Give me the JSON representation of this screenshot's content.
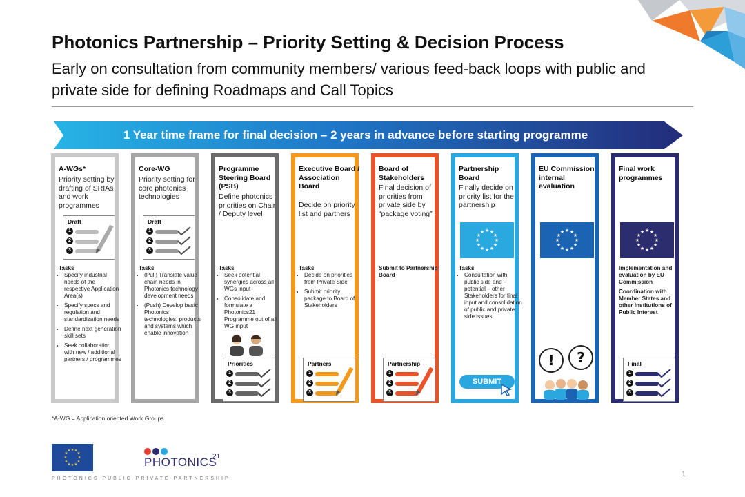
{
  "header": {
    "title": "Photonics Partnership – Priority Setting & Decision Process",
    "subtitle": "Early on consultation from community members/ various feed-back loops with public and private side  for defining Roadmaps and Call Topics"
  },
  "banner": {
    "text": "1 Year time frame for final decision – 2 years in advance before starting programme",
    "color": "#1f3f9a"
  },
  "columns": [
    {
      "title": "A-WGs*",
      "desc": "Priority setting by drafting of SRIAs and work programmes",
      "card": "Draft",
      "tasks_head": "Tasks",
      "tasks": [
        "Specify industrial needs of the respective Application Area(s)",
        "Specify specs and regulation and standardization needs",
        "Define next generation skill sets",
        "Seek collaboration with new / additional partners / programmes"
      ],
      "color": "#c9c9c9"
    },
    {
      "title": "Core-WG",
      "desc": "Priority setting for core photonics technologies",
      "card": "Draft",
      "tasks_head": "Tasks",
      "tasks": [
        "(Pull) Translate value chain needs in Photonics technology development needs",
        "(Push) Develop basic  Photonics technologies, products and systems which enable innovation"
      ],
      "color": "#a6a6a6"
    },
    {
      "title": "Programme Steering Board (PSB)",
      "desc": "Define photonics priorities on Chair / Deputy level",
      "card": "Priorities",
      "tasks_head": "Tasks",
      "tasks": [
        "Seek potential synergies across all WGs input",
        "Consolidate and formulate a Photonics21 Programme out of all WG input"
      ],
      "color": "#6b6b6b"
    },
    {
      "title": "Executive Board / Association Board",
      "desc": "Decide on priority list and partners",
      "card": "Partners",
      "tasks_head": "Tasks",
      "tasks": [
        "Decide on priorities from Private Side",
        "Submit priority package to Board of Stakeholders"
      ],
      "color": "#f39a1e"
    },
    {
      "title": "Board of Stakeholders",
      "desc": "Final decision of priorities from private side by “package voting”",
      "card": "Partnership",
      "note": "Submit to Partnership Board",
      "color": "#e8532a"
    },
    {
      "title": "Partnership Board",
      "desc": "Finally decide on priority list for the partnership",
      "tasks_head": "Tasks",
      "tasks": [
        "Consultation with public side and – potential – other Stakeholders  for final input and consolidation of public and private side issues"
      ],
      "button": "SUBMIT",
      "color": "#2aa7df"
    },
    {
      "title": "EU Commission internal evaluation",
      "desc": "",
      "color": "#1b63b3"
    },
    {
      "title": "Final work programmes",
      "desc": "",
      "card": "Final",
      "notes": [
        "Implementation and evaluation by EU Commission",
        "Coordination with Member States and other Institutions of Public Interest"
      ],
      "color": "#2b2d6e"
    }
  ],
  "footnote": "*A-WG = Application oriented Work Groups",
  "footer": {
    "logo": "PHOTONICS",
    "logo_sup": "21",
    "tagline": "PHOTONICS PUBLIC PRIVATE PARTNERSHIP",
    "page": "1"
  }
}
